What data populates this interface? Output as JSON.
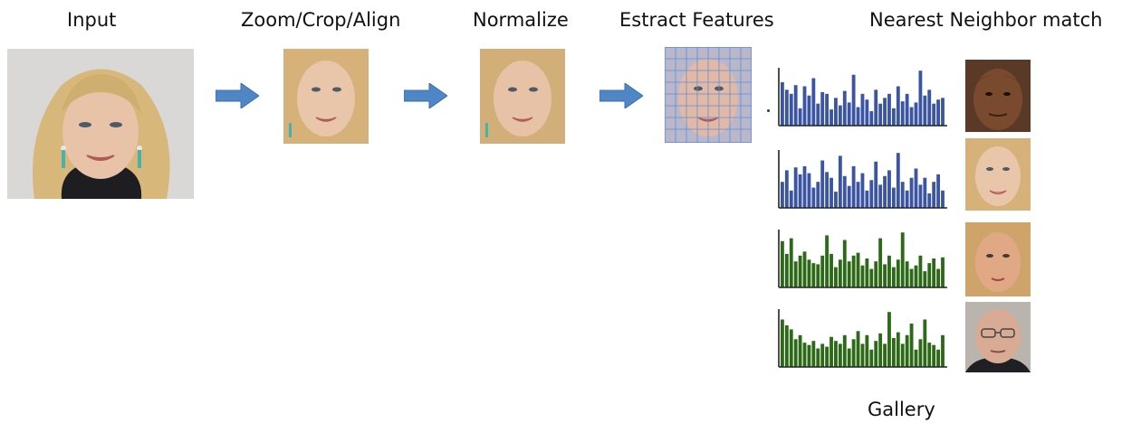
{
  "stages": [
    {
      "key": "input",
      "label": "Input"
    },
    {
      "key": "zoom",
      "label": "Zoom/Crop/Align"
    },
    {
      "key": "normalize",
      "label": "Normalize"
    },
    {
      "key": "extract",
      "label": "Estract Features"
    },
    {
      "key": "match",
      "label": "Nearest Neighbor match"
    }
  ],
  "gallery_label": "Gallery",
  "colors": {
    "arrow": "#4f86c6",
    "query_hist": "#3b55a3",
    "gallery_hist": "#2d6a17",
    "grid": "#5f8fd6"
  },
  "icons": {
    "arrow": "right-arrow-icon"
  },
  "histograms": [
    {
      "color": "#3b55a3",
      "values": [
        0.75,
        0.62,
        0.55,
        0.7,
        0.3,
        0.68,
        0.52,
        0.82,
        0.38,
        0.58,
        0.55,
        0.28,
        0.48,
        0.35,
        0.6,
        0.4,
        0.88,
        0.32,
        0.55,
        0.45,
        0.25,
        0.62,
        0.38,
        0.48,
        0.55,
        0.3,
        0.68,
        0.42,
        0.55,
        0.32,
        0.4,
        0.95,
        0.52,
        0.62,
        0.38,
        0.45,
        0.48
      ]
    },
    {
      "color": "#3b55a3",
      "values": [
        0.45,
        0.65,
        0.3,
        0.7,
        0.58,
        0.72,
        0.6,
        0.35,
        0.45,
        0.82,
        0.62,
        0.52,
        0.28,
        0.9,
        0.55,
        0.38,
        0.72,
        0.45,
        0.6,
        0.3,
        0.48,
        0.8,
        0.4,
        0.55,
        0.65,
        0.35,
        0.95,
        0.45,
        0.3,
        0.52,
        0.68,
        0.4,
        0.52,
        0.25,
        0.45,
        0.58,
        0.3
      ]
    },
    {
      "color": "#2d6a17",
      "values": [
        0.8,
        0.58,
        0.85,
        0.45,
        0.55,
        0.62,
        0.48,
        0.42,
        0.4,
        0.55,
        0.9,
        0.58,
        0.35,
        0.48,
        0.82,
        0.45,
        0.55,
        0.6,
        0.38,
        0.5,
        0.32,
        0.45,
        0.85,
        0.4,
        0.55,
        0.35,
        0.48,
        0.95,
        0.45,
        0.32,
        0.38,
        0.55,
        0.28,
        0.42,
        0.5,
        0.32,
        0.52
      ]
    },
    {
      "color": "#2d6a17",
      "values": [
        0.82,
        0.72,
        0.65,
        0.48,
        0.55,
        0.42,
        0.38,
        0.45,
        0.32,
        0.4,
        0.35,
        0.52,
        0.45,
        0.4,
        0.55,
        0.32,
        0.48,
        0.62,
        0.4,
        0.55,
        0.3,
        0.45,
        0.58,
        0.4,
        0.95,
        0.5,
        0.6,
        0.4,
        0.55,
        0.75,
        0.3,
        0.48,
        0.82,
        0.42,
        0.38,
        0.3,
        0.55
      ]
    }
  ]
}
